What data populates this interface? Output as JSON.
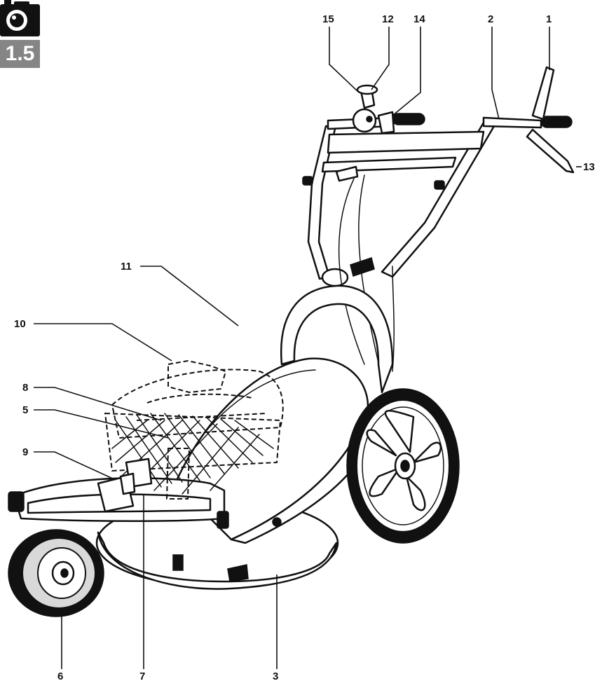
{
  "badge": {
    "icon": "camera-icon",
    "number": "1.5",
    "icon_color": "#111111",
    "number_bg": "#858585"
  },
  "callouts": [
    "15",
    "12",
    "14",
    "2",
    "1",
    "13",
    "11",
    "10",
    "8",
    "5",
    "9",
    "6",
    "7",
    "3"
  ]
}
